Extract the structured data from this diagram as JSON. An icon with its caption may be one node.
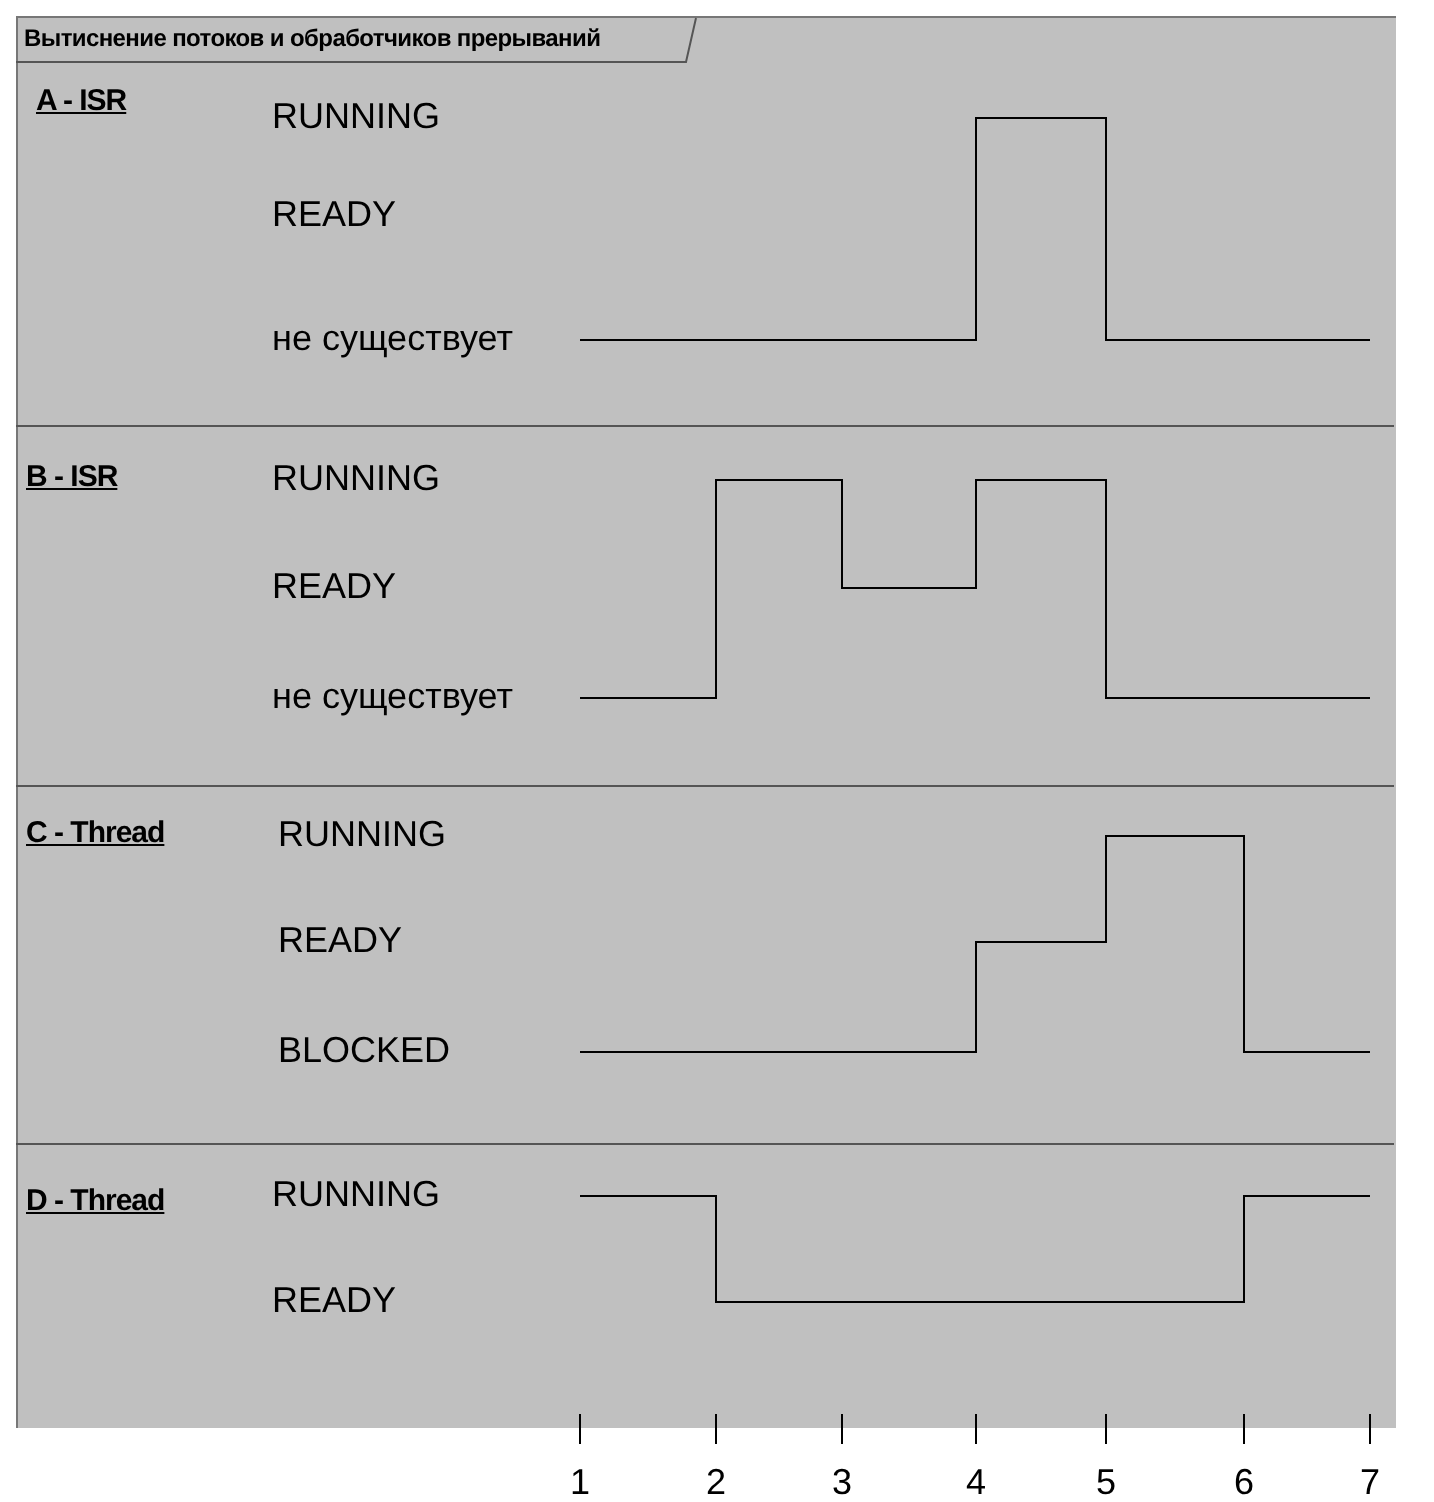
{
  "diagram": {
    "title": "Вытиснение потоков и обработчиков прерываний",
    "nodes": [
      {
        "text": [
          "A - ISR",
          "RUNNING",
          "READY",
          "не существует"
        ]
      },
      {
        "text": [
          "B - ISR",
          "RUNNING",
          "READY",
          "не существует"
        ]
      },
      {
        "text": [
          "C - Thread",
          "RUNNING",
          "READY",
          "BLOCKED"
        ]
      },
      {
        "text": [
          "D - Thread",
          "RUNNING",
          "READY"
        ]
      }
    ],
    "labels": [
      "1",
      "2",
      "3",
      "4",
      "5",
      "6",
      "7"
    ]
  }
}
